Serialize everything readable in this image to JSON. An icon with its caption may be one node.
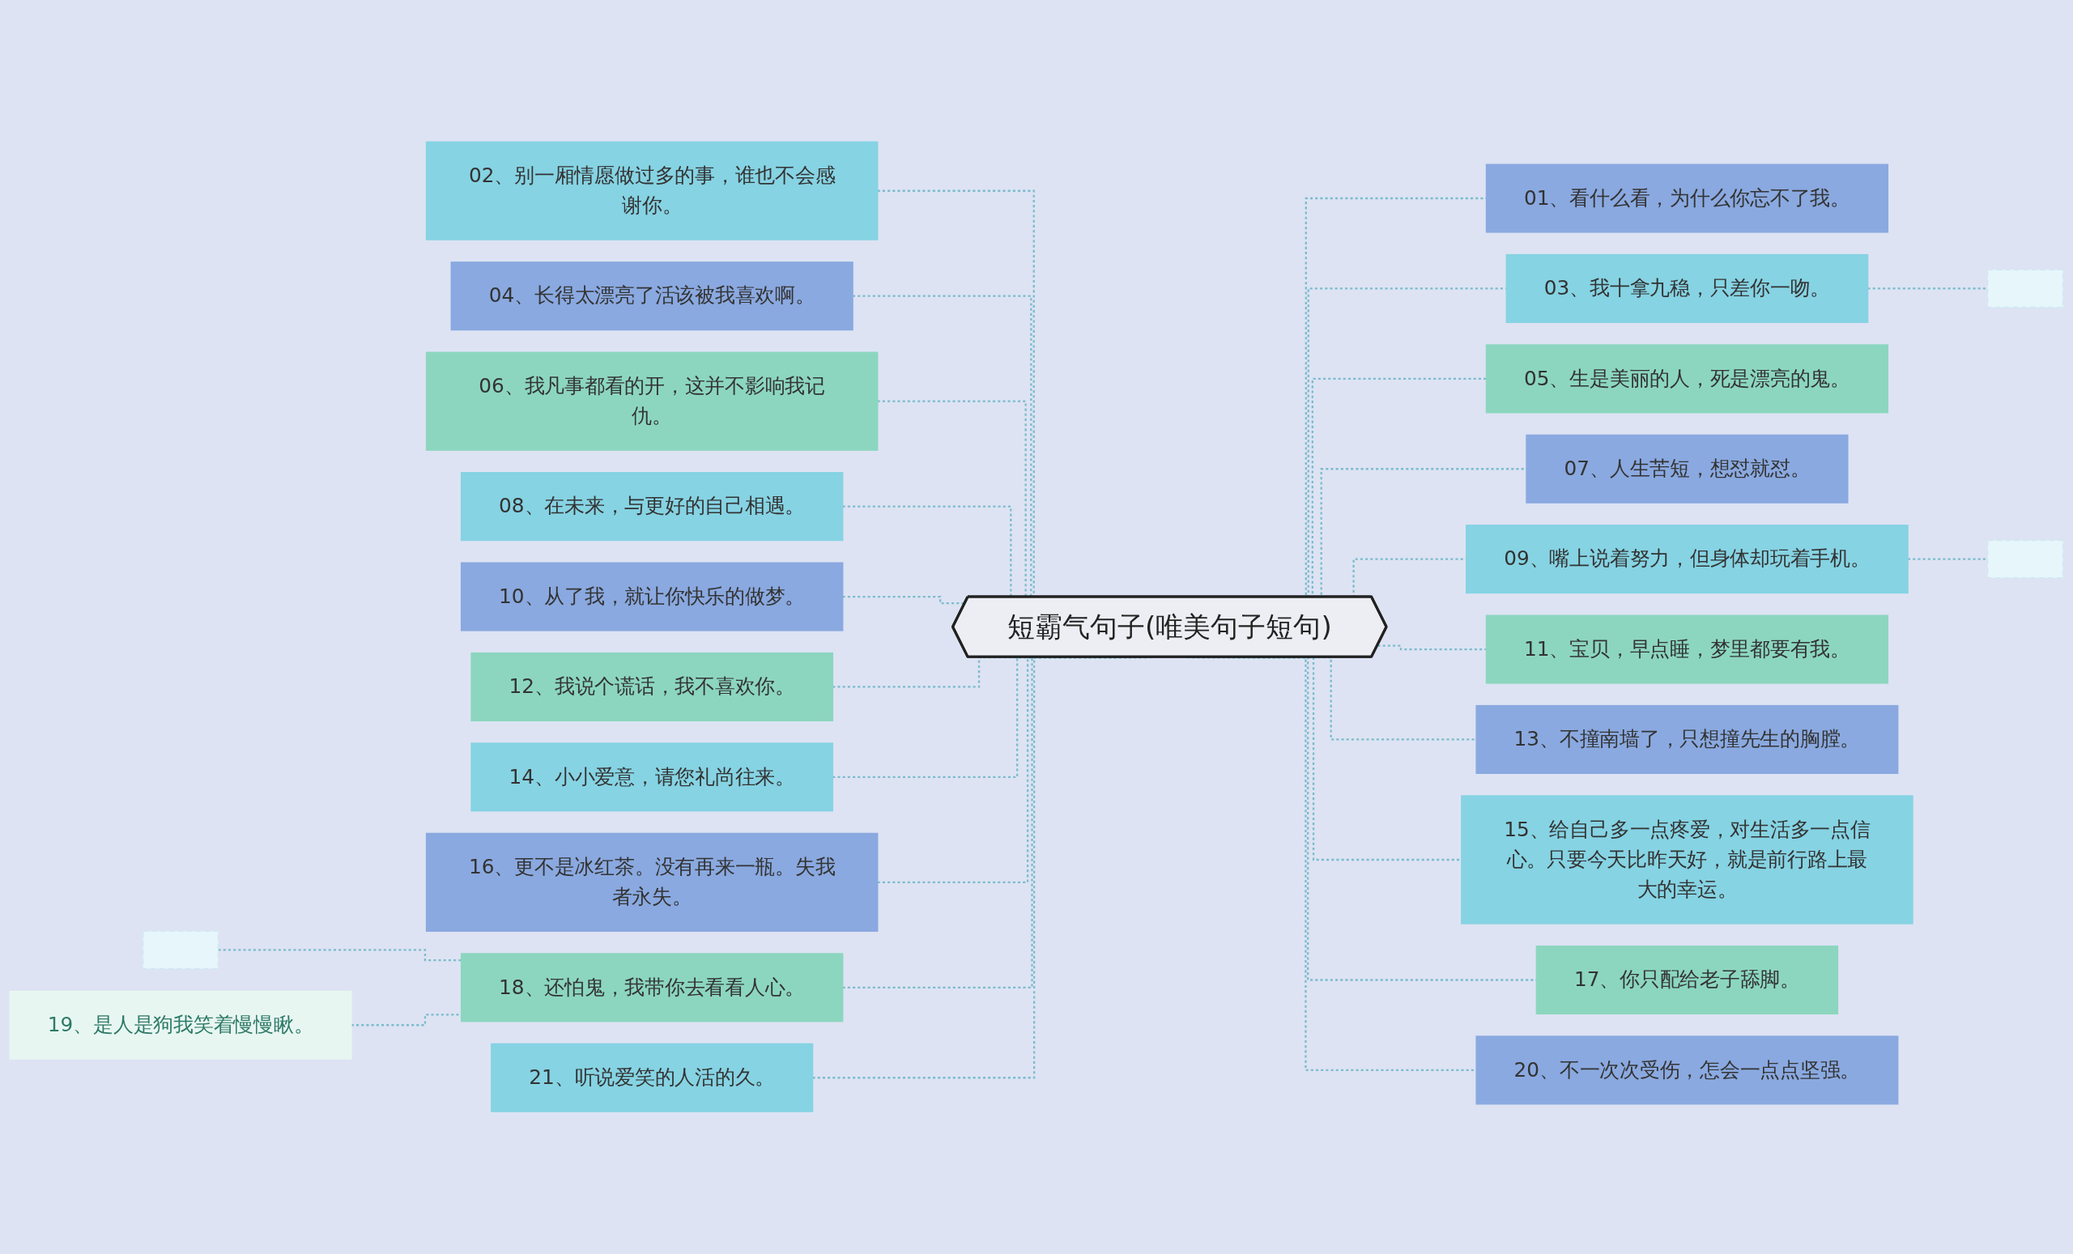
{
  "diagram": {
    "nodes": [
      {
        "text": [
          "短霸气句子(唯美句子短句)"
        ]
      },
      {
        "text": [
          "01、看什么看，为什么你忘不了我。"
        ]
      },
      {
        "text": [
          "02、别一厢情愿做过多的事，谁也不会感谢你。"
        ]
      },
      {
        "text": [
          "03、我十拿九稳，只差你一吻。"
        ]
      },
      {
        "text": [],
        "shape": "box"
      },
      {
        "text": [
          "04、长得太漂亮了活该被我喜欢啊。"
        ]
      },
      {
        "text": [
          "05、生是美丽的人，死是漂亮的鬼。"
        ]
      },
      {
        "text": [
          "06、我凡事都看的开，这并不影响我记仇。"
        ]
      },
      {
        "text": [
          "07、人生苦短，想怼就怼。"
        ]
      },
      {
        "text": [
          "08、在未来，与更好的自己相遇。"
        ]
      },
      {
        "text": [
          "09、嘴上说着努力，但身体却玩着手机。"
        ]
      },
      {
        "text": [],
        "shape": "box"
      },
      {
        "text": [
          "10、从了我，就让你快乐的做梦。"
        ]
      },
      {
        "text": [
          "11、宝贝，早点睡，梦里都要有我。"
        ]
      },
      {
        "text": [
          "12、我说个谎话，我不喜欢你。"
        ]
      },
      {
        "text": [
          "13、不撞南墙了，只想撞先生的胸膛。"
        ]
      },
      {
        "text": [
          "14、小小爱意，请您礼尚往来。"
        ]
      },
      {
        "text": [
          "15、给自己多一点疼爱，对生活多一点信心。只要今天比昨天好，就是前行路上最大的幸运。"
        ]
      },
      {
        "text": [
          "16、更不是冰红茶。没有再来一瓶。失我者永失。"
        ]
      },
      {
        "text": [
          "17、你只配给老子舔脚。"
        ]
      },
      {
        "text": [
          "18、还怕鬼，我带你去看看人心。"
        ]
      },
      {
        "text": [],
        "shape": "box"
      },
      {
        "text": [
          "19、是人是狗我笑着慢慢瞅。"
        ]
      },
      {
        "text": [
          "20、不一次次受伤，怎会一点点坚强。"
        ]
      },
      {
        "text": [
          "21、听说爱笑的人活的久。"
        ]
      }
    ],
    "edges": [
      {
        "from": 0,
        "to": 1,
        "arrow": "none",
        "style": "dashed"
      },
      {
        "from": 2,
        "to": 0,
        "arrow": "none",
        "style": "dashed"
      },
      {
        "from": 0,
        "to": 3,
        "arrow": "none",
        "style": "dashed"
      },
      {
        "from": 3,
        "to": 4,
        "arrow": "none",
        "style": "dashed"
      },
      {
        "from": 5,
        "to": 0,
        "arrow": "none",
        "style": "dashed"
      },
      {
        "from": 0,
        "to": 6,
        "arrow": "none",
        "style": "dashed"
      },
      {
        "from": 7,
        "to": 0,
        "arrow": "none",
        "style": "dashed"
      },
      {
        "from": 0,
        "to": 8,
        "arrow": "none",
        "style": "dashed"
      },
      {
        "from": 9,
        "to": 0,
        "arrow": "none",
        "style": "dashed"
      },
      {
        "from": 0,
        "to": 10,
        "arrow": "none",
        "style": "dashed"
      },
      {
        "from": 10,
        "to": 11,
        "arrow": "none",
        "style": "dashed"
      },
      {
        "from": 12,
        "to": 0,
        "arrow": "none",
        "style": "dashed"
      },
      {
        "from": 0,
        "to": 13,
        "arrow": "none",
        "style": "dashed"
      },
      {
        "from": 14,
        "to": 0,
        "arrow": "none",
        "style": "dashed"
      },
      {
        "from": 0,
        "to": 15,
        "arrow": "none",
        "style": "dashed"
      },
      {
        "from": 16,
        "to": 0,
        "arrow": "none",
        "style": "dashed"
      },
      {
        "from": 0,
        "to": 17,
        "arrow": "none",
        "style": "dashed"
      },
      {
        "from": 18,
        "to": 0,
        "arrow": "none",
        "style": "dashed"
      },
      {
        "from": 0,
        "to": 19,
        "arrow": "none",
        "style": "dashed"
      },
      {
        "from": 20,
        "to": 0,
        "arrow": "none",
        "style": "dashed"
      },
      {
        "from": 21,
        "to": 20,
        "arrow": "none",
        "style": "dashed"
      },
      {
        "from": 22,
        "to": 20,
        "arrow": "none",
        "style": "dashed"
      },
      {
        "from": 0,
        "to": 23,
        "arrow": "none",
        "style": "dashed"
      },
      {
        "from": 24,
        "to": 0,
        "arrow": "none",
        "style": "dashed"
      }
    ]
  }
}
